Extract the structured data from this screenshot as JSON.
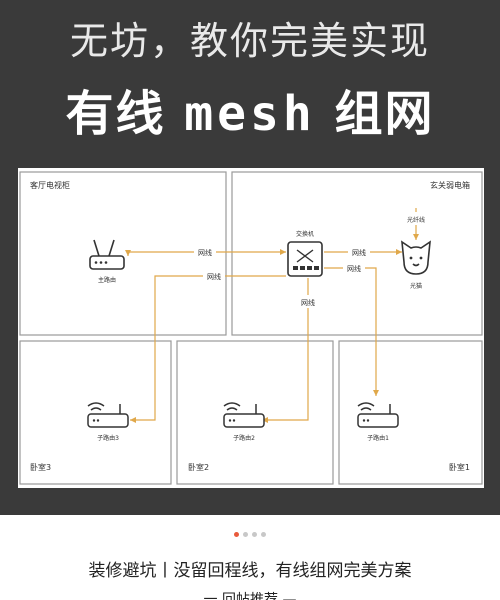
{
  "header": {
    "subtitle": "无坊，教你完美实现",
    "title_prefix": "有线",
    "title_mesh": "mesh",
    "title_suffix": "组网"
  },
  "diagram": {
    "rooms": {
      "living_room": "客厅电视柜",
      "weak_box": "玄关弱电箱",
      "bedroom3": "卧室3",
      "bedroom2": "卧室2",
      "bedroom1": "卧室1"
    },
    "devices": {
      "main_router": "主路由",
      "switch": "交换机",
      "modem": "光猫",
      "sub_router3": "子路由3",
      "sub_router2": "子路由2",
      "sub_router1": "子路由1"
    },
    "links": {
      "cable": "网线",
      "fiber": "光纤线"
    },
    "colors": {
      "link": "#e0a84a",
      "wall": "#9a9a9a",
      "hero_bg": "#3a3a3a"
    }
  },
  "pager": {
    "active_index": 0,
    "count": 4
  },
  "caption": {
    "line1": "装修避坑丨没留回程线，有线组网完美方案",
    "line2": "一 回帖推荐 —"
  }
}
